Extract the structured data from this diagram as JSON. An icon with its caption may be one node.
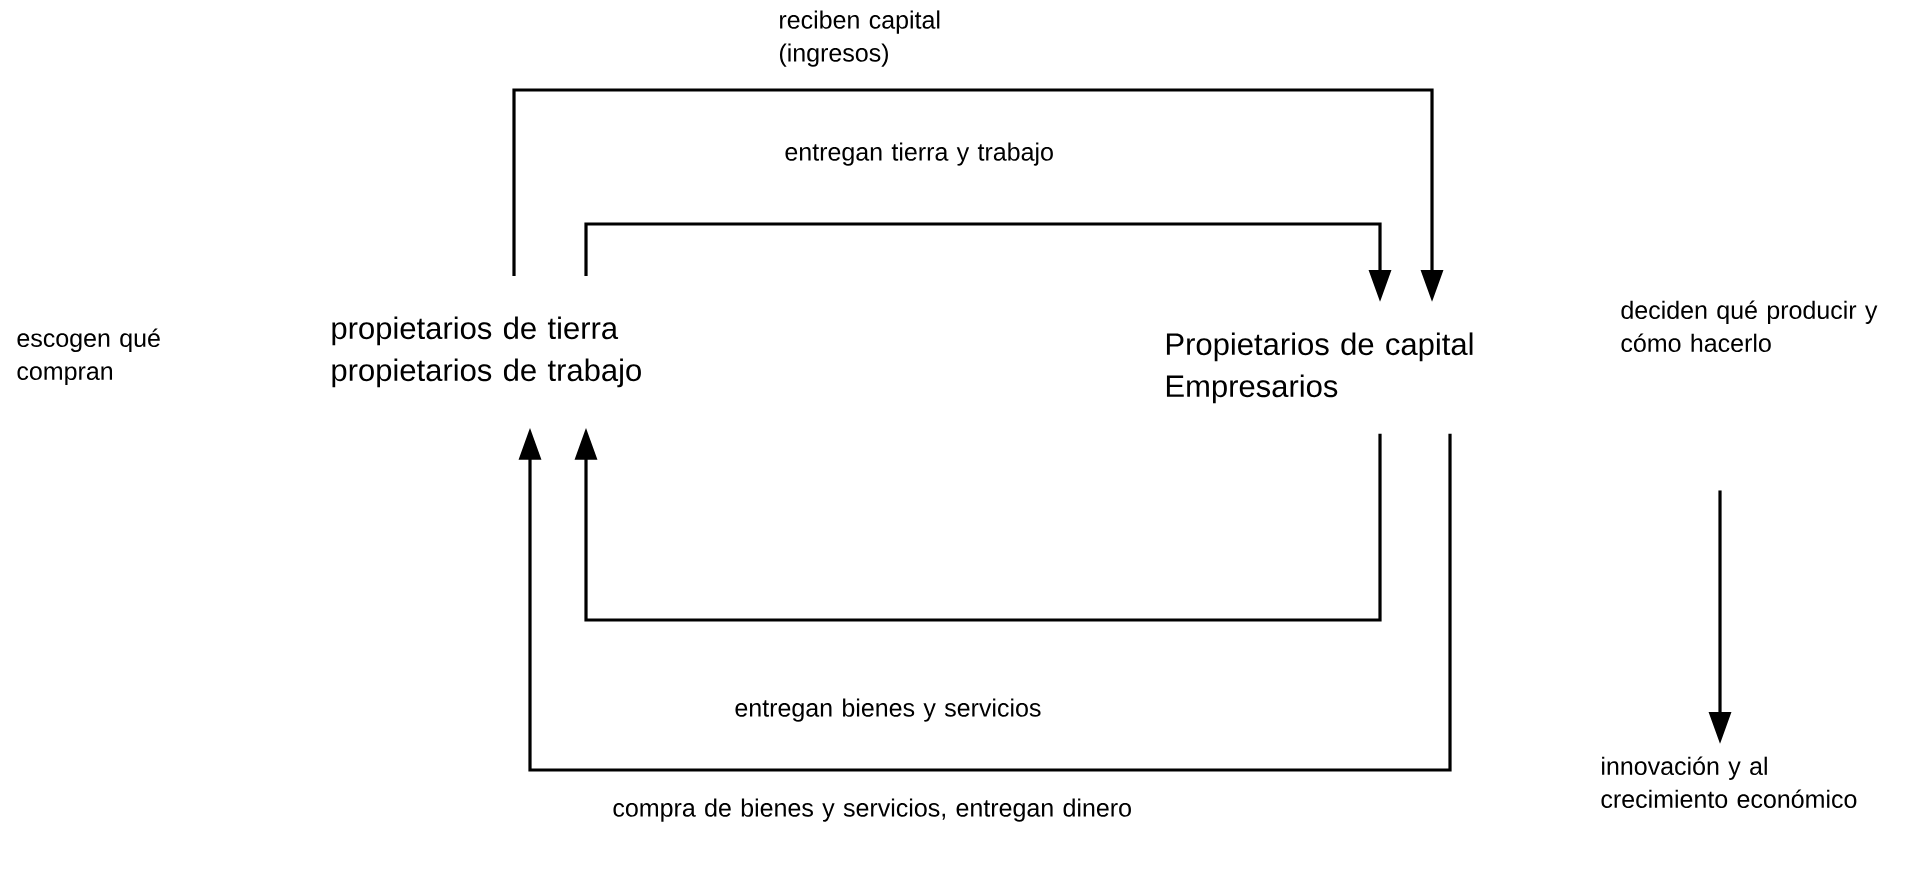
{
  "diagram": {
    "nodes": [
      {
        "text": [
          "propietarios de tierra propietarios de trabajo"
        ]
      },
      {
        "text": [
          "Propietarios de capital Empresarios"
        ]
      },
      {
        "text": [
          "deciden qué producir y cómo hacerlo"
        ]
      },
      {
        "text": [
          "innovación y al crecimiento económico"
        ]
      }
    ],
    "edges": [
      {
        "from": 0,
        "to": 1,
        "arrow": "to",
        "label": "reciben capital (ingresos)"
      },
      {
        "from": 0,
        "to": 1,
        "arrow": "to",
        "label": "entregan tierra y trabajo"
      },
      {
        "from": 1,
        "to": 0,
        "arrow": "to",
        "label": "entregan bienes y servicios"
      },
      {
        "from": 1,
        "to": 0,
        "arrow": "to",
        "label": "compra de bienes y servicios, entregan dinero"
      },
      {
        "from": 2,
        "to": 3,
        "arrow": "to"
      }
    ],
    "labels": [
      "escogen qué compran"
    ]
  }
}
